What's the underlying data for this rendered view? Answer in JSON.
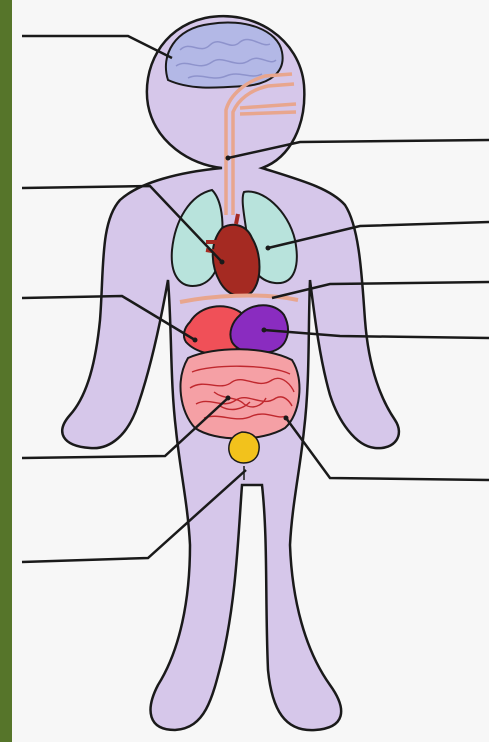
{
  "diagram": {
    "type": "organ-labeling-worksheet",
    "colors": {
      "body": "#d6c7ea",
      "outline": "#1a1a1a",
      "brain": "#b3b8e6",
      "lungs": "#b8e3dc",
      "heart": "#a52a22",
      "liver": "#f05058",
      "stomach": "#8a2cc0",
      "small_intestine": "#f5a0a5",
      "bladder": "#f2c21c",
      "esophagus": "#e8a68e",
      "side_bar": "#56752a",
      "background": "#f7f7f7"
    },
    "organs": [
      "brain",
      "esophagus",
      "lungs",
      "heart",
      "diaphragm",
      "liver",
      "stomach",
      "small-intestine",
      "large-intestine",
      "bladder"
    ],
    "label_lines_left": 5,
    "label_lines_right": 5
  }
}
